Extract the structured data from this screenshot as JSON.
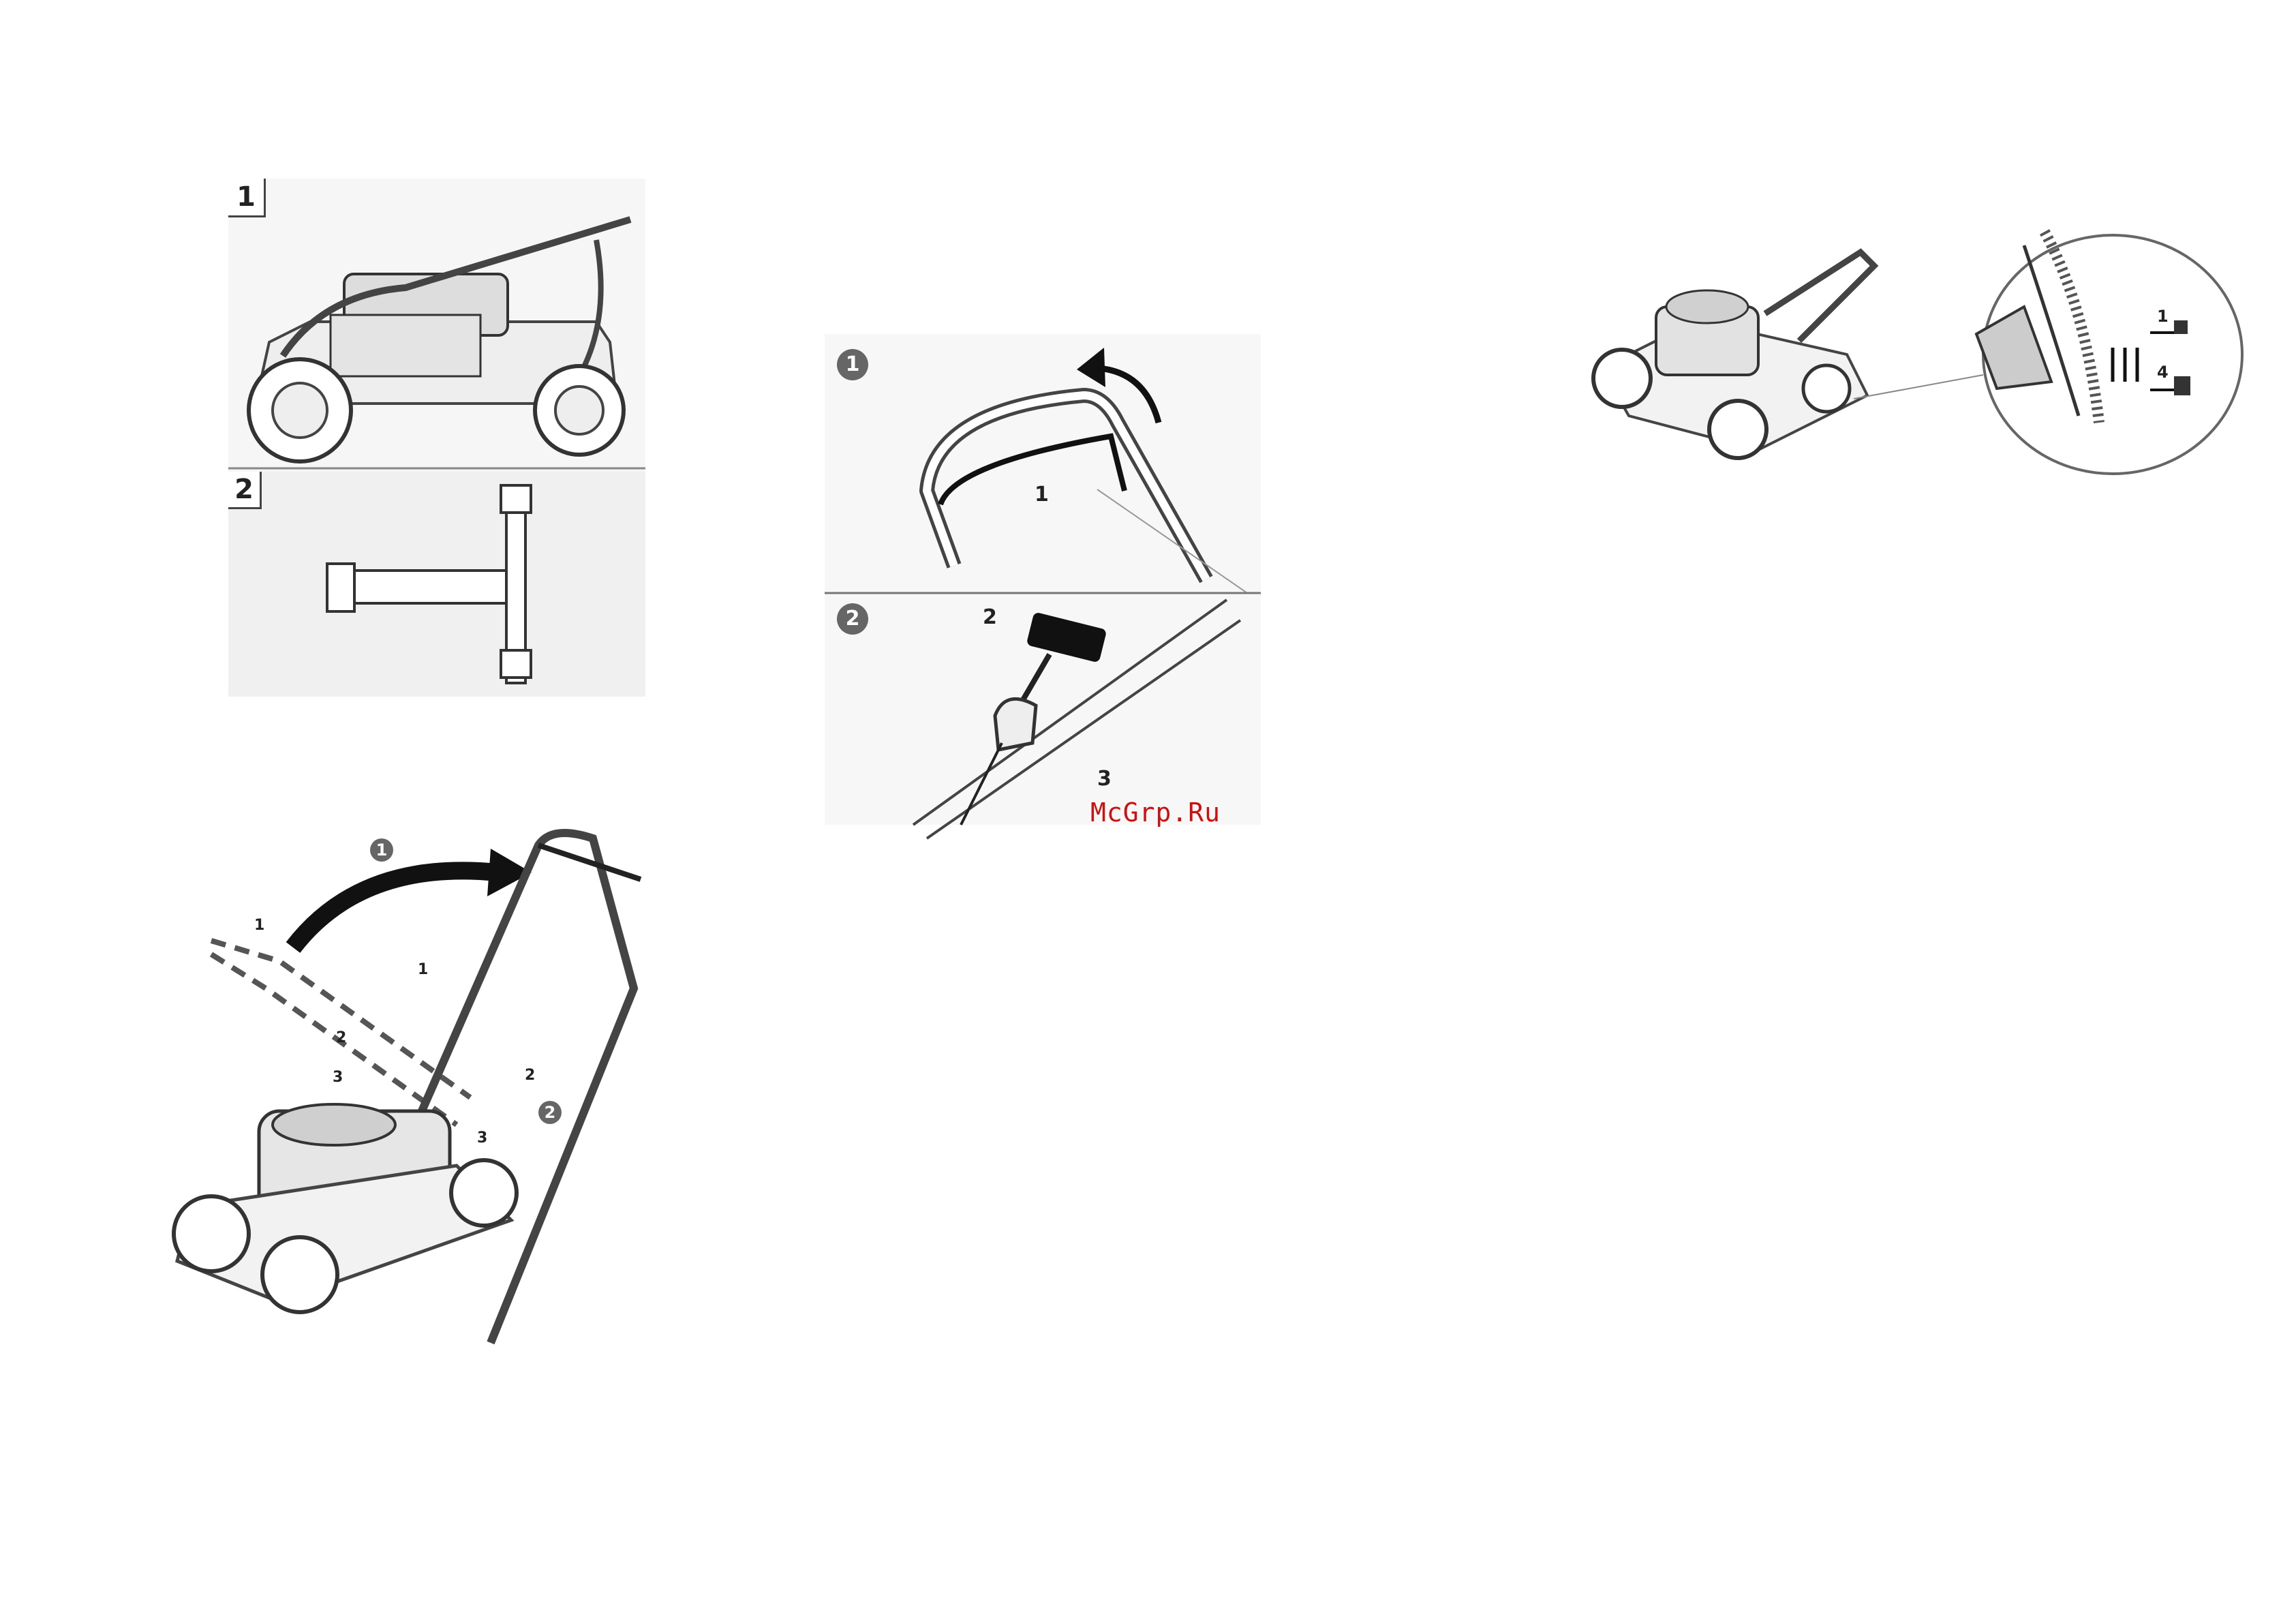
{
  "figures": {
    "side_view": {
      "box_number_1": "1",
      "box_number_2": "2"
    },
    "handle_fold": {
      "step_1": "1",
      "step_2": "2",
      "label_1_top": "1",
      "label_1_bottom": "1",
      "label_2_left": "2",
      "label_2_right": "2",
      "label_3_left": "3",
      "label_3_right": "3"
    },
    "cable_detail": {
      "step_1": "1",
      "step_2": "2",
      "label_1": "1",
      "label_2": "2",
      "label_3": "3"
    },
    "height_adjust": {
      "level_top": "1",
      "level_bottom": "4"
    }
  },
  "watermark": "McGrp.Ru"
}
